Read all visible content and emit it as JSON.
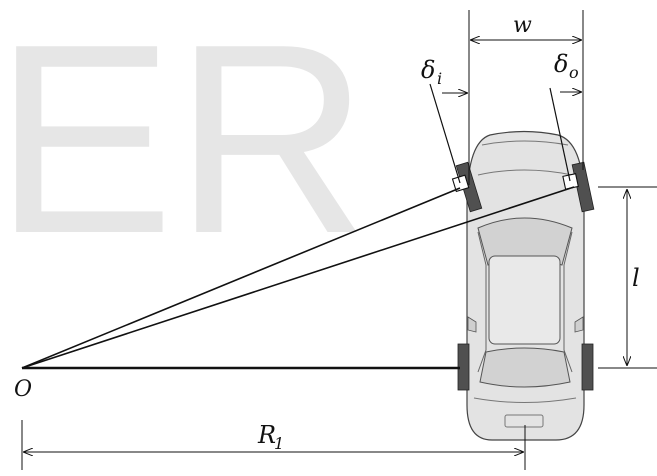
{
  "watermark": "ER",
  "labels": {
    "w": "w",
    "delta_i": {
      "main": "δ",
      "sub": "i"
    },
    "delta_o": {
      "main": "δ",
      "sub": "o"
    },
    "l": "l",
    "O": "O",
    "R1": {
      "main": "R",
      "sub": "1"
    }
  },
  "colors": {
    "line": "#111111",
    "car_fill": "#e3e3e3",
    "car_stroke": "#444444",
    "tire": "#505050",
    "watermark": "#e6e6e6"
  }
}
